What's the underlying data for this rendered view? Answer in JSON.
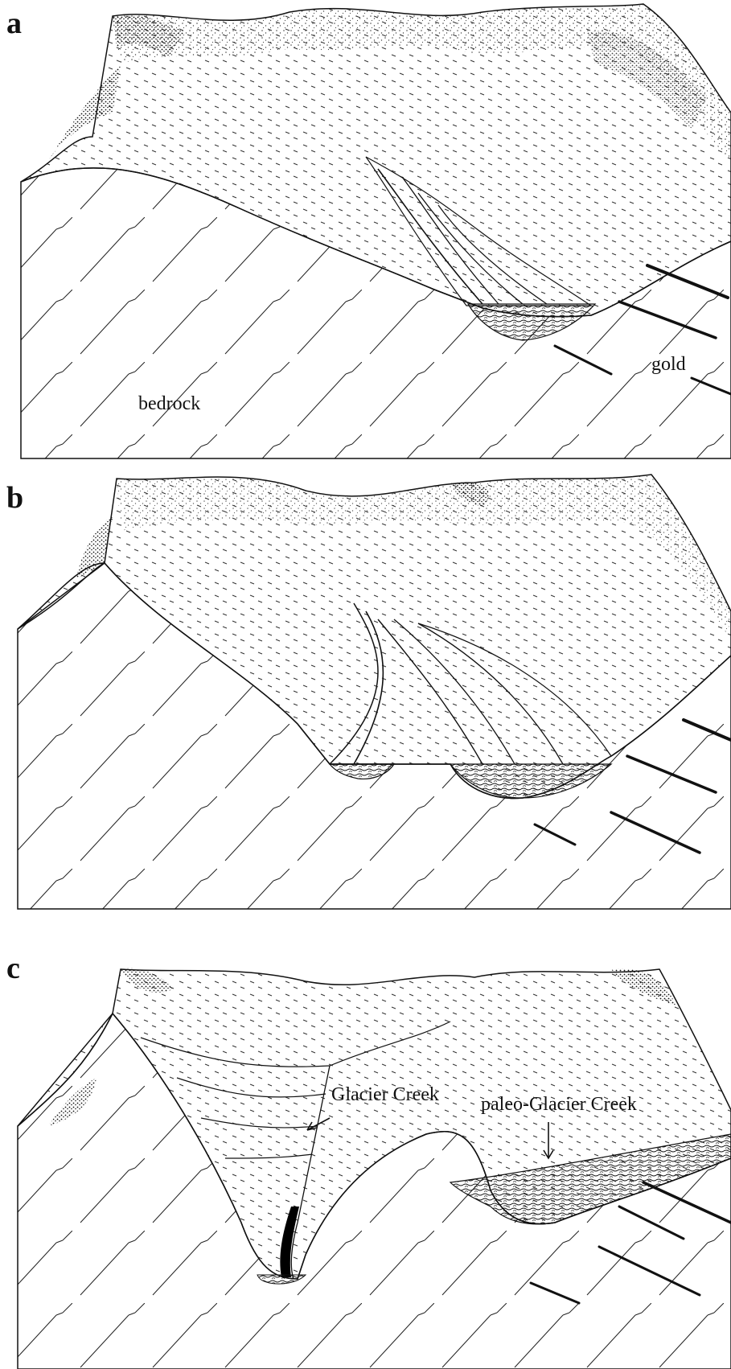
{
  "figure": {
    "panels": [
      {
        "letter": "a",
        "labels": {
          "gold": "gold",
          "bedrock": "bedrock"
        }
      },
      {
        "letter": "b"
      },
      {
        "letter": "c",
        "labels": {
          "glacier_creek": "Glacier Creek",
          "paleo_glacier_creek": "paleo-Glacier Creek"
        }
      }
    ]
  }
}
